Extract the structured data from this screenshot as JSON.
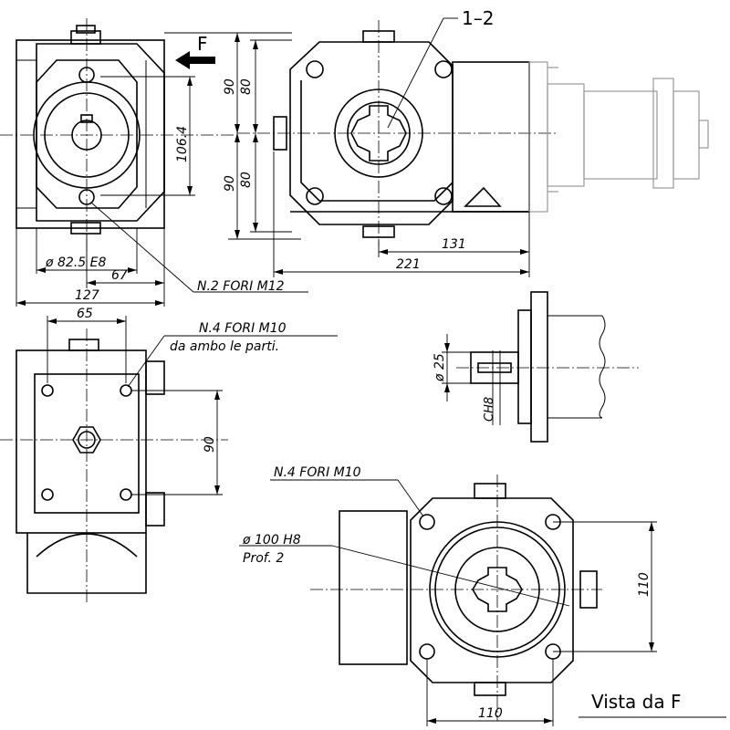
{
  "labels": {
    "part_ref": "1–2",
    "view_arrow": "F",
    "view_title": "Vista da F",
    "holes_m12": "N.2 FORI M12",
    "holes_m10_both": "N.4 FORI M10",
    "both_sides": "da ambo le parti.",
    "holes_m10": "N.4 FORI M10",
    "bore": "ø 100 H8",
    "depth": "Prof. 2",
    "shaft_dia": "ø 25",
    "key": "CH8"
  },
  "dimensions": {
    "d90_top": "90",
    "d80_top": "80",
    "d90_bottom": "90",
    "d80_bottom": "80",
    "d106": "106.4",
    "d131": "131",
    "d221": "221",
    "d82": "ø 82.5 E8",
    "d67": "67",
    "d127": "127",
    "d65": "65",
    "d90_side": "90",
    "d110_v": "110",
    "d110_h": "110"
  },
  "colors": {
    "line": "#000000",
    "phantom": "#9a9a9a"
  }
}
